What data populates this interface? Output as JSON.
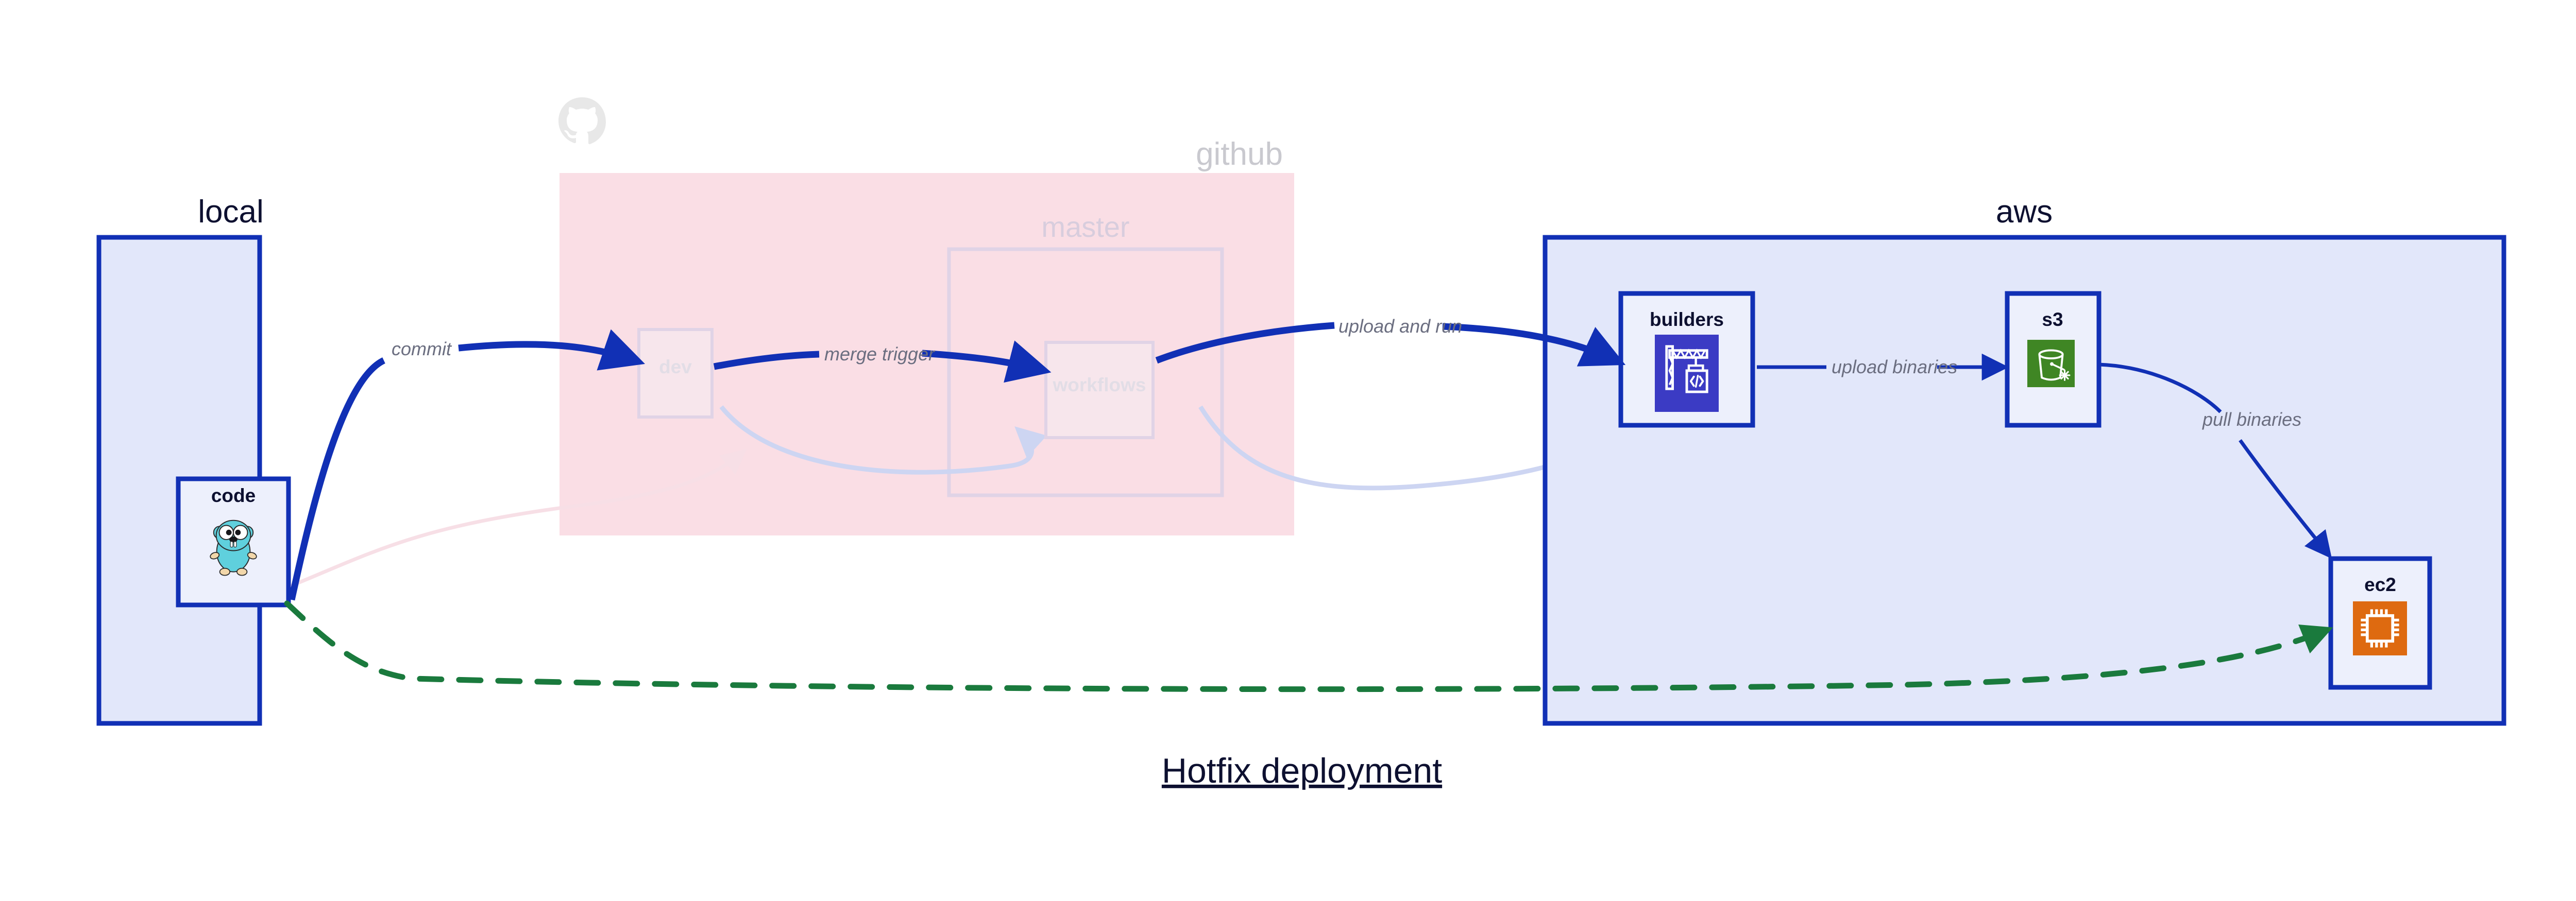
{
  "title": "Hotfix deployment",
  "colors": {
    "group_border_blue": "#1130b5",
    "group_fill_blue": "#e2e7fa",
    "node_fill": "#edf0fc",
    "github_fill": "#fadee5",
    "edge_blue": "#1130b5",
    "edge_label_gray": "#6b6e80",
    "dashed_green": "#1a7a3d",
    "builders_icon_bg": "#3b3bc4",
    "s3_icon_bg": "#3f8624",
    "ec2_icon_bg": "#de6a10",
    "gopher_body": "#5fd0dd",
    "faded_text": "#e2dde6"
  },
  "groups": [
    {
      "id": "local",
      "label": "local",
      "faded": false
    },
    {
      "id": "github",
      "label": "github",
      "faded": true
    },
    {
      "id": "master",
      "label": "master",
      "faded": true
    },
    {
      "id": "aws",
      "label": "aws",
      "faded": false
    }
  ],
  "nodes": [
    {
      "id": "code",
      "label": "code",
      "icon": "go-gopher-icon",
      "faded": false
    },
    {
      "id": "dev",
      "label": "dev",
      "icon": null,
      "faded": true
    },
    {
      "id": "workflows",
      "label": "workflows",
      "icon": null,
      "faded": true
    },
    {
      "id": "builders",
      "label": "builders",
      "icon": "crane-code-icon",
      "faded": false
    },
    {
      "id": "s3",
      "label": "s3",
      "icon": "bucket-snowflake-icon",
      "faded": false
    },
    {
      "id": "ec2",
      "label": "ec2",
      "icon": "cpu-chip-icon",
      "faded": false
    }
  ],
  "edges": [
    {
      "id": "commit",
      "label": "commit",
      "from": "code",
      "to": "dev",
      "style": "solid-blue"
    },
    {
      "id": "merge-trigger",
      "label": "merge trigger",
      "from": "dev",
      "to": "workflows",
      "style": "solid-blue"
    },
    {
      "id": "upload-and-run",
      "label": "upload and run",
      "from": "workflows",
      "to": "builders",
      "style": "solid-blue"
    },
    {
      "id": "upload-binaries",
      "label": "upload binaries",
      "from": "builders",
      "to": "s3",
      "style": "solid-blue"
    },
    {
      "id": "pull-binaries",
      "label": "pull binaries",
      "from": "s3",
      "to": "ec2",
      "style": "solid-blue"
    },
    {
      "id": "hotfix-direct",
      "label": "",
      "from": "code",
      "to": "ec2",
      "style": "dashed-green"
    }
  ],
  "decorations": {
    "github_logo": "github-octocat-icon"
  }
}
